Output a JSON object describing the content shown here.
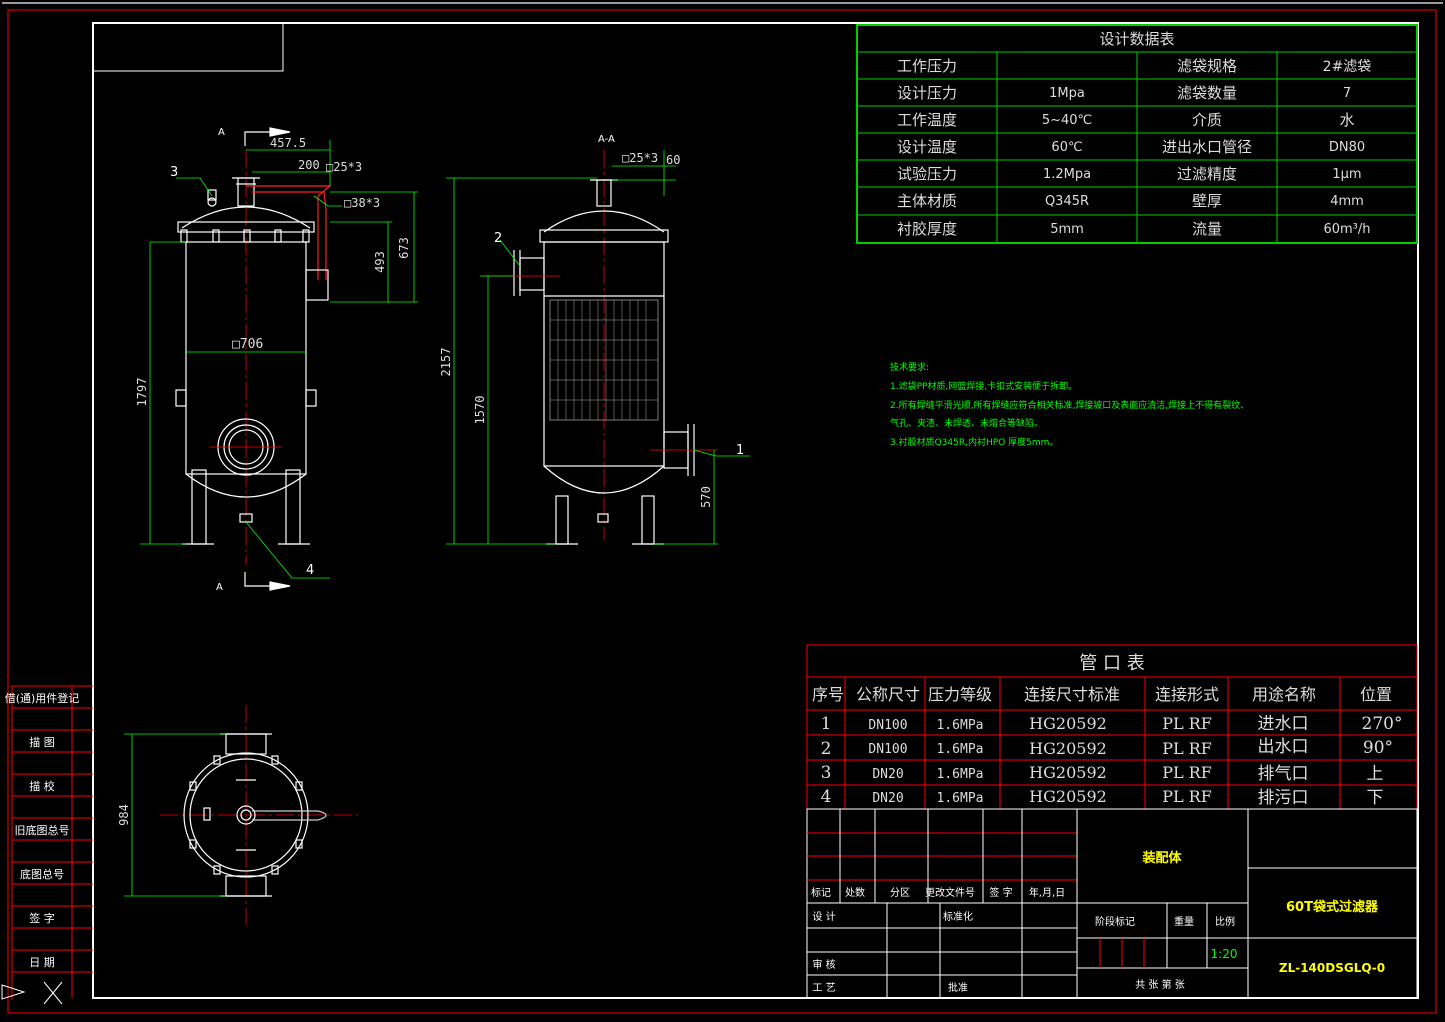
{
  "design_table": {
    "title": "设计数据表",
    "rows": [
      [
        "工作压力",
        "",
        "滤袋规格",
        "2#滤袋"
      ],
      [
        "设计压力",
        "1Mpa",
        "滤袋数量",
        "7"
      ],
      [
        "工作温度",
        "5~40℃",
        "介质",
        "水"
      ],
      [
        "设计温度",
        "60℃",
        "进出水口管径",
        "DN80"
      ],
      [
        "试验压力",
        "1.2Mpa",
        "过滤精度",
        "1μm"
      ],
      [
        "主体材质",
        "Q345R",
        "壁厚",
        "4mm"
      ],
      [
        "衬胶厚度",
        "5mm",
        "流量",
        "60m³/h"
      ]
    ]
  },
  "notes": {
    "title": "技术要求:",
    "lines": [
      "1.滤袋PP材质,网篮焊接,卡扣式安装便于拆卸。",
      "2.所有焊缝平滑光顺,所有焊缝应符合相关标准,焊接坡口及表面应清洁,焊接上不得有裂纹、",
      "气孔、夹渣、未焊透、未熔合等缺陷。",
      "3.衬胶材质Q345R,内衬HPO 厚度5mm。"
    ]
  },
  "nozzle_table": {
    "title": "管 口 表",
    "headers": [
      "序号",
      "公称尺寸",
      "压力等级",
      "连接尺寸标准",
      "连接形式",
      "用途名称",
      "位置"
    ],
    "rows": [
      [
        "1",
        "DN100",
        "1.6MPa",
        "HG20592",
        "PL RF",
        "进水口",
        "270°"
      ],
      [
        "2",
        "DN100",
        "1.6MPa",
        "HG20592",
        "PL RF",
        "出水口",
        "90°"
      ],
      [
        "3",
        "DN20",
        "1.6MPa",
        "HG20592",
        "PL RF",
        "排气口",
        "上"
      ],
      [
        "4",
        "DN20",
        "1.6MPa",
        "HG20592",
        "PL RF",
        "排污口",
        "下"
      ]
    ]
  },
  "title_block": {
    "assembly": "装配体",
    "name": "60T袋式过滤器",
    "drawing_no": "ZL-140DSGLQ-0",
    "scale": "1:20",
    "rev_headers": [
      "标记",
      "处数",
      "分区",
      "更改文件号",
      "签 字",
      "年,月,日"
    ],
    "design": "设 计",
    "standardize": "标准化",
    "stage_mark": "阶段标记",
    "weight": "重量",
    "scale_label": "比例",
    "review": "审 核",
    "process": "工 艺",
    "approve": "批准",
    "sheets": "共    张 第    张"
  },
  "side_stamps": [
    "借(通)用件登记",
    "描 图",
    "描 校",
    "旧底图总号",
    "底图总号",
    "签 字",
    "日 期"
  ],
  "front_view": {
    "section_top": "A",
    "section_bottom": "A",
    "dim_width_top": "457.5",
    "dim_200": "200",
    "pipe_25": "□25*3",
    "pipe_38": "□38*3",
    "dim_493": "493",
    "dim_673": "673",
    "dim_body": "□706",
    "dim_1797": "1797",
    "label_3": "3",
    "label_4": "4"
  },
  "section_view": {
    "title": "A-A",
    "pipe_25": "□25*3",
    "dim_60": "60",
    "dim_2157": "2157",
    "dim_1570": "1570",
    "dim_570": "570",
    "label_1": "1",
    "label_2": "2"
  },
  "top_view": {
    "dim_984": "984"
  },
  "colors": {
    "line": "#ffffff",
    "dim": "#00ff00",
    "frame_red": "#ff0000",
    "table_border": "#00cc00",
    "center": "#ff0000",
    "yellow": "#ffff00"
  }
}
